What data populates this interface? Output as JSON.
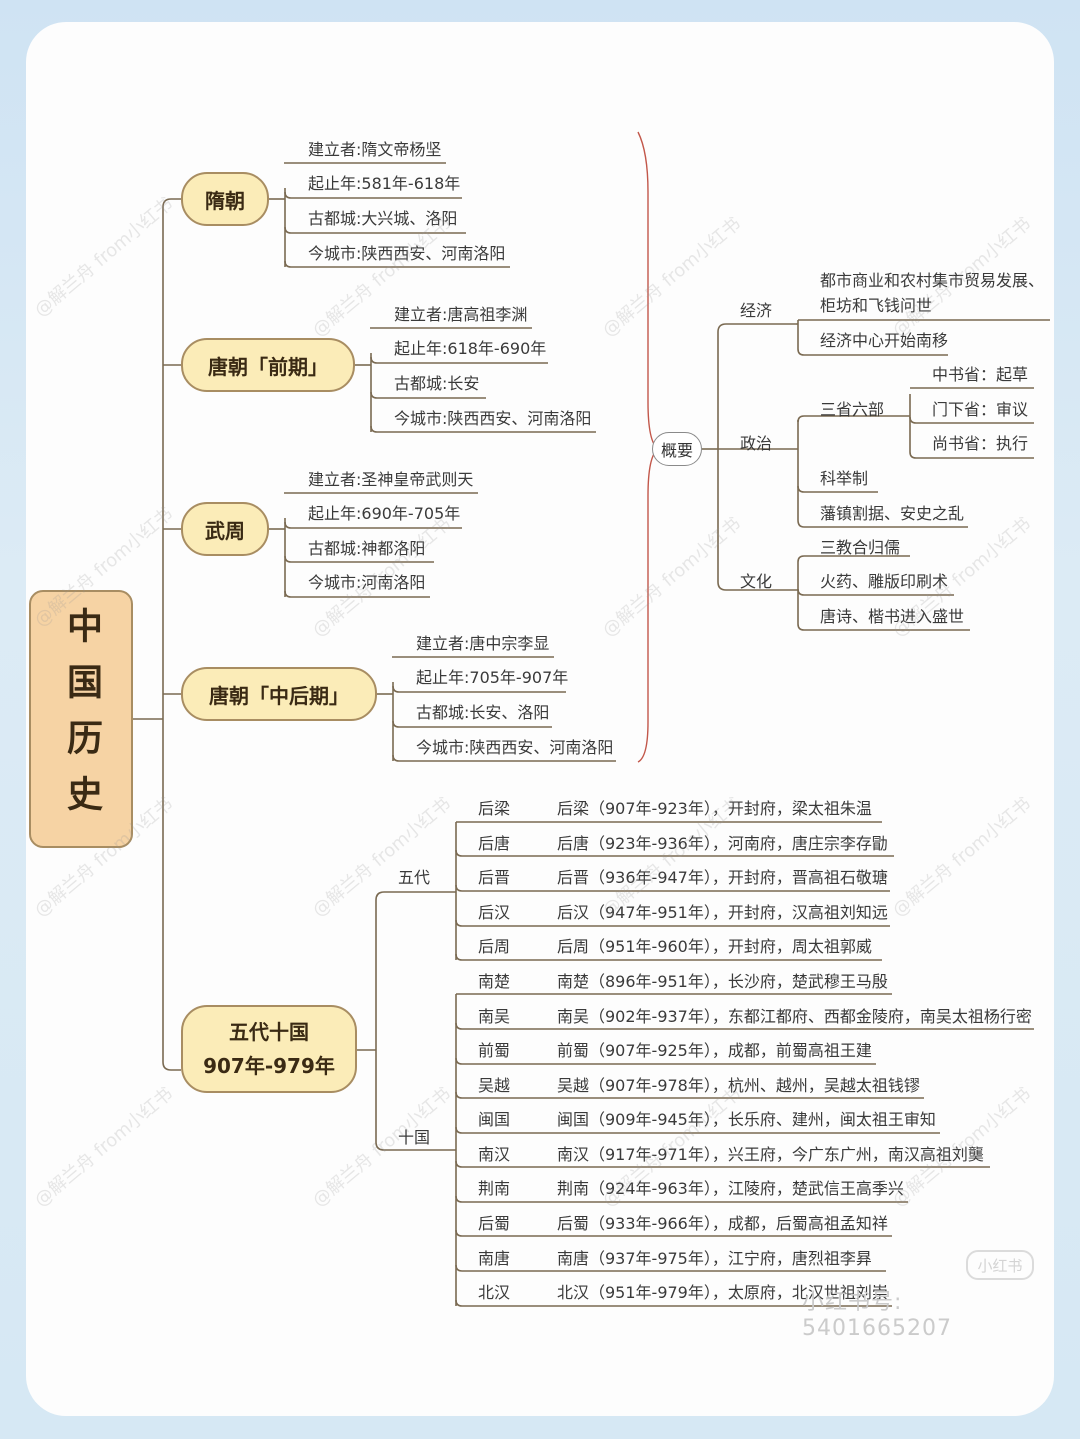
{
  "root": {
    "title": "中国历史"
  },
  "dynasties": [
    {
      "name": "隋朝",
      "leaves": [
        "建立者:隋文帝杨坚",
        "起止年:581年-618年",
        "古都城:大兴城、洛阳",
        "今城市:陕西西安、河南洛阳"
      ]
    },
    {
      "name": "唐朝「前期」",
      "leaves": [
        "建立者:唐高祖李渊",
        "起止年:618年-690年",
        "古都城:长安",
        "今城市:陕西西安、河南洛阳"
      ]
    },
    {
      "name": "武周",
      "leaves": [
        "建立者:圣神皇帝武则天",
        "起止年:690年-705年",
        "古都城:神都洛阳",
        "今城市:河南洛阳"
      ]
    },
    {
      "name": "唐朝「中后期」",
      "leaves": [
        "建立者:唐中宗李显",
        "起止年:705年-907年",
        "古都城:长安、洛阳",
        "今城市:陕西西安、河南洛阳"
      ]
    }
  ],
  "overview": {
    "label": "概要",
    "economy": {
      "label": "经济",
      "items": [
        "都市商业和农村集市贸易发展、",
        "柜坊和飞钱问世",
        "经济中心开始南移"
      ]
    },
    "politics": {
      "label": "政治",
      "sansheng": {
        "label": "三省六部",
        "items": [
          "中书省：起草",
          "门下省：审议",
          "尚书省：执行"
        ]
      },
      "items": [
        "科举制",
        "藩镇割据、安史之乱"
      ]
    },
    "culture": {
      "label": "文化",
      "items": [
        "三教合归儒",
        "火药、雕版印刷术",
        "唐诗、楷书进入盛世"
      ]
    }
  },
  "wudai_shiguo": {
    "title": "五代十国",
    "years": "907年-979年",
    "wudai": {
      "label": "五代",
      "states": [
        {
          "name": "后梁",
          "detail": "后梁（907年-923年），开封府，梁太祖朱温"
        },
        {
          "name": "后唐",
          "detail": "后唐（923年-936年），河南府，唐庄宗李存勖"
        },
        {
          "name": "后晋",
          "detail": "后晋（936年-947年），开封府，晋高祖石敬瑭"
        },
        {
          "name": "后汉",
          "detail": "后汉（947年-951年），开封府，汉高祖刘知远"
        },
        {
          "name": "后周",
          "detail": "后周（951年-960年），开封府，周太祖郭威"
        }
      ]
    },
    "shiguo": {
      "label": "十国",
      "states": [
        {
          "name": "南楚",
          "detail": "南楚（896年-951年），长沙府，楚武穆王马殷"
        },
        {
          "name": "南吴",
          "detail": "南吴（902年-937年），东都江都府、西都金陵府，南吴太祖杨行密"
        },
        {
          "name": "前蜀",
          "detail": "前蜀（907年-925年），成都，前蜀高祖王建"
        },
        {
          "name": "吴越",
          "detail": "吴越（907年-978年），杭州、越州，吴越太祖钱镠"
        },
        {
          "name": "闽国",
          "detail": "闽国（909年-945年），长乐府、建州，闽太祖王审知"
        },
        {
          "name": "南汉",
          "detail": "南汉（917年-971年），兴王府，今广东广州，南汉高祖刘龑"
        },
        {
          "name": "荆南",
          "detail": "荆南（924年-963年），江陵府，楚武信王高季兴"
        },
        {
          "name": "后蜀",
          "detail": "后蜀（933年-966年），成都，后蜀高祖孟知祥"
        },
        {
          "name": "南唐",
          "detail": "南唐（937年-975年），江宁府，唐烈祖李昪"
        },
        {
          "name": "北汉",
          "detail": "北汉（951年-979年），太原府，北汉世祖刘崇"
        }
      ]
    }
  },
  "watermark": {
    "text": "@解兰舟 from小红书",
    "logo": "小红书",
    "id": "小红书号: 5401665207"
  },
  "colors": {
    "background": "#d6e8f4",
    "pill_fill": "#fbecb8",
    "root_fill": "#f6d3a4",
    "border": "#a88d62",
    "line": "#7a6a52",
    "brace": "#c2574a"
  }
}
